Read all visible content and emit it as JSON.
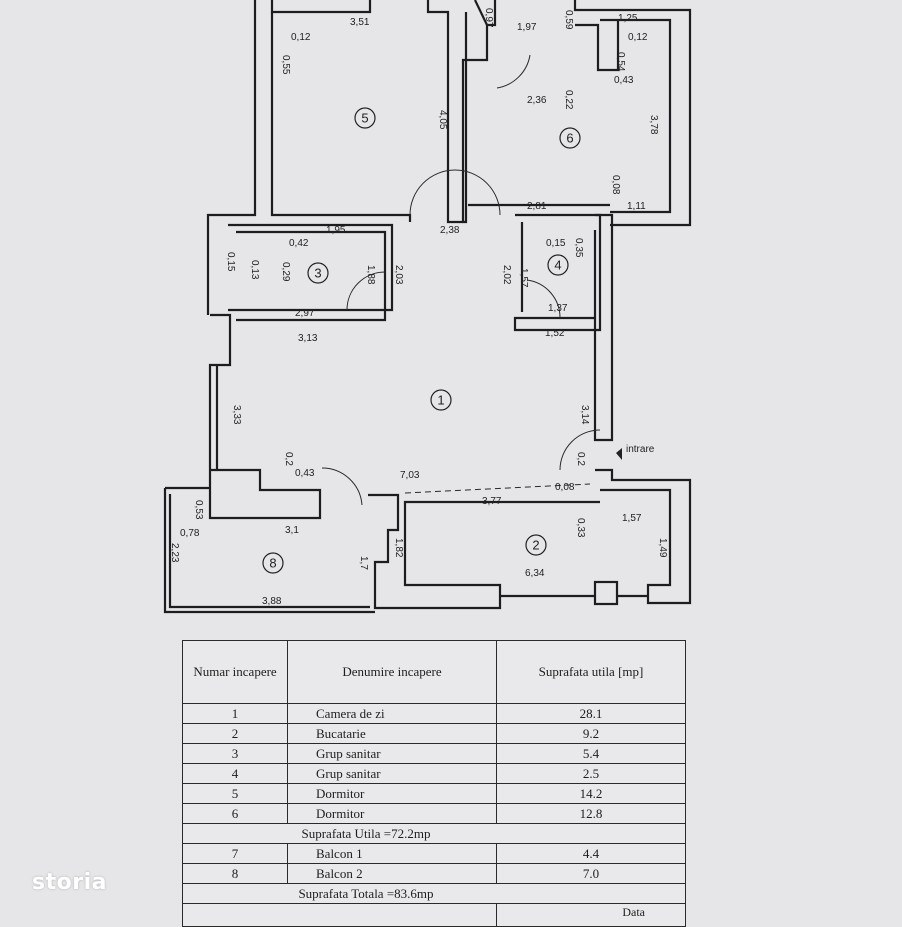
{
  "plan": {
    "rooms": [
      "1",
      "2",
      "3",
      "4",
      "5",
      "6",
      "8"
    ],
    "entrance_label": "intrare",
    "dimensions": [
      "3,51",
      "0,12",
      "0,55",
      "4,05",
      "0,97",
      "1,97",
      "0,59",
      "1,25",
      "0,12",
      "0,54",
      "0,43",
      "2,36",
      "0,22",
      "3,78",
      "0,08",
      "1,11",
      "2,81",
      "2,38",
      "1,95",
      "0,42",
      "0,29",
      "0,15",
      "0,13",
      "1,88",
      "2,03",
      "2,02",
      "1,57",
      "0,15",
      "0,35",
      "2,97",
      "1,37",
      "3,13",
      "1,52",
      "3,33",
      "3,14",
      "0,2",
      "0,2",
      "0,43",
      "7,03",
      "0,08",
      "3,77",
      "0,33",
      "1,57",
      "0,53",
      "0,78",
      "3,1",
      "2,23",
      "1,82",
      "1,7",
      "1,49",
      "6,34",
      "3,88"
    ]
  },
  "table": {
    "headers": [
      "Numar incapere",
      "Denumire incapere",
      "Suprafata utila [mp]"
    ],
    "rows": [
      {
        "nr": "1",
        "name": "Camera de zi",
        "area": "28.1"
      },
      {
        "nr": "2",
        "name": "Bucatarie",
        "area": "9.2"
      },
      {
        "nr": "3",
        "name": "Grup sanitar",
        "area": "5.4"
      },
      {
        "nr": "4",
        "name": "Grup sanitar",
        "area": "2.5"
      },
      {
        "nr": "5",
        "name": "Dormitor",
        "area": "14.2"
      },
      {
        "nr": "6",
        "name": "Dormitor",
        "area": "12.8"
      }
    ],
    "subtotal": "Suprafata Utila =72.2mp",
    "balconies": [
      {
        "nr": "7",
        "name": "Balcon 1",
        "area": "4.4"
      },
      {
        "nr": "8",
        "name": "Balcon 2",
        "area": "7.0"
      }
    ],
    "total": "Suprafata Totala =83.6mp",
    "footer_date": "Data"
  },
  "watermark": "storia"
}
